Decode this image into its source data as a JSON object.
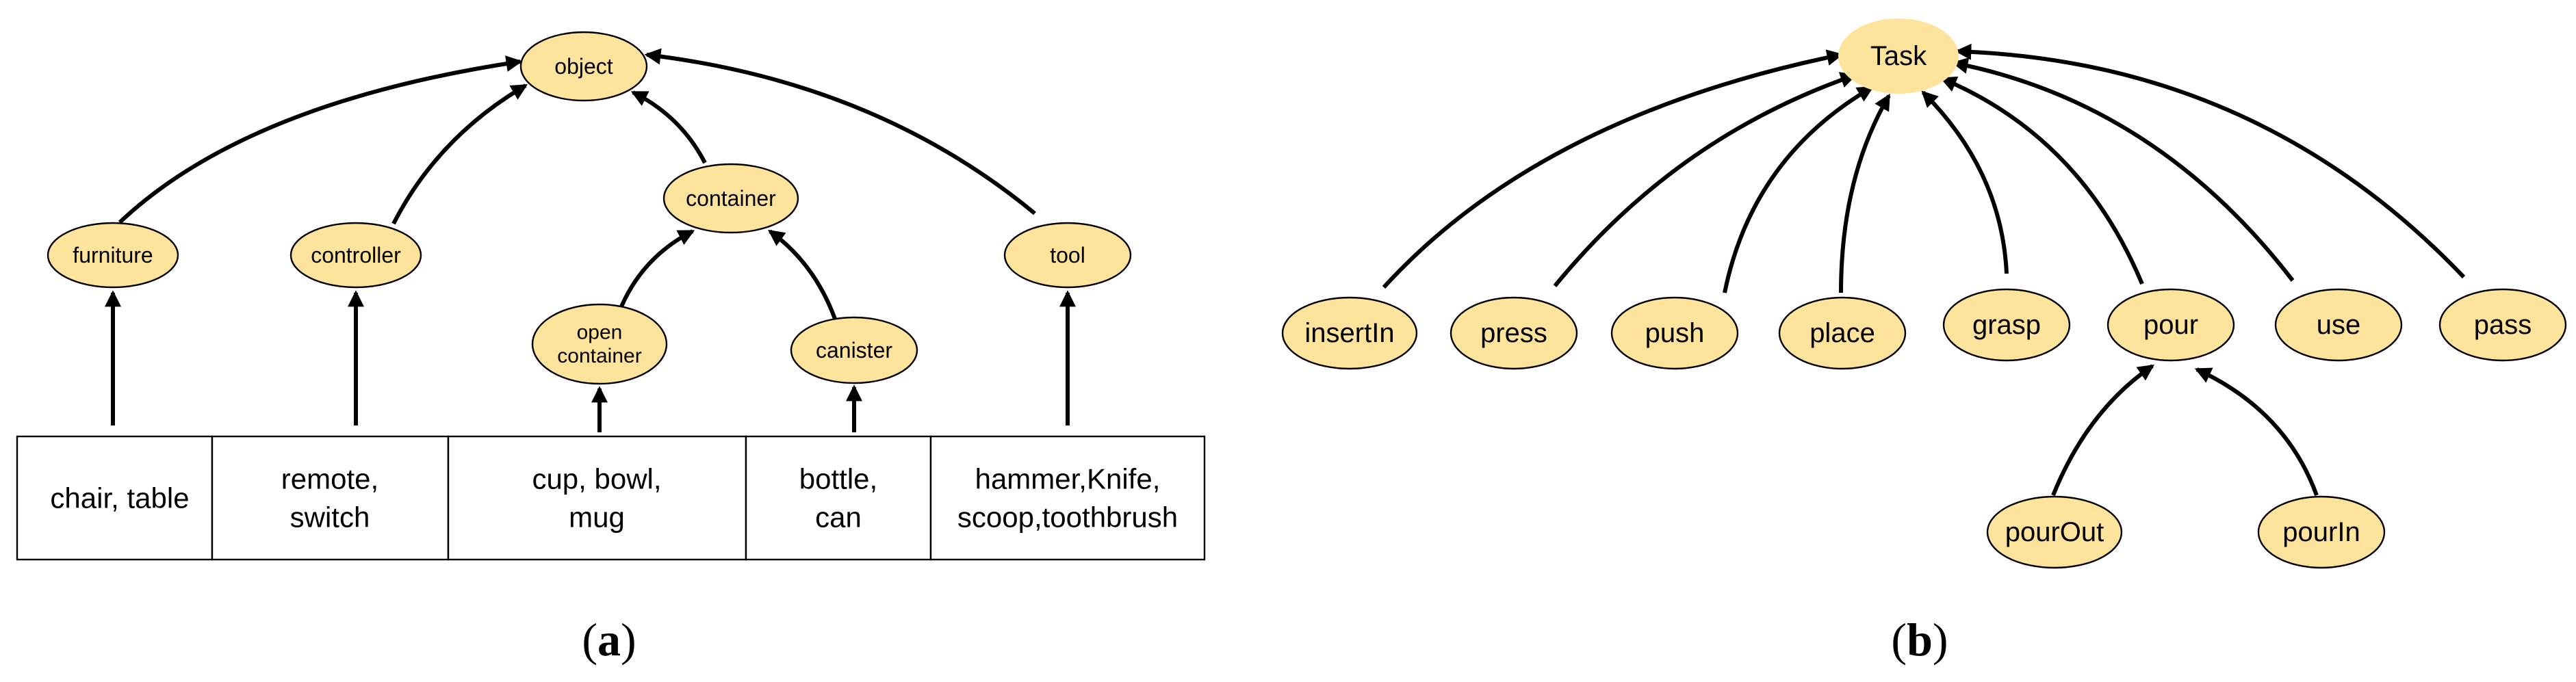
{
  "accent_fill": "#fde39c",
  "panel_a": {
    "label": "a",
    "nodes": [
      {
        "id": "object",
        "lines": [
          "object"
        ]
      },
      {
        "id": "furniture",
        "lines": [
          "furniture"
        ]
      },
      {
        "id": "controller",
        "lines": [
          "controller"
        ]
      },
      {
        "id": "container",
        "lines": [
          "container"
        ]
      },
      {
        "id": "tool",
        "lines": [
          "tool"
        ]
      },
      {
        "id": "open_container",
        "lines": [
          "open",
          "container"
        ]
      },
      {
        "id": "canister",
        "lines": [
          "canister"
        ]
      }
    ],
    "edges": [
      {
        "from": "furniture",
        "to": "object"
      },
      {
        "from": "controller",
        "to": "object"
      },
      {
        "from": "container",
        "to": "object"
      },
      {
        "from": "tool",
        "to": "object"
      },
      {
        "from": "open_container",
        "to": "container"
      },
      {
        "from": "canister",
        "to": "container"
      },
      {
        "from": "cell_chair",
        "to": "furniture"
      },
      {
        "from": "cell_remote",
        "to": "controller"
      },
      {
        "from": "cell_cup",
        "to": "open_container"
      },
      {
        "from": "cell_bottle",
        "to": "canister"
      },
      {
        "from": "cell_hammer",
        "to": "tool"
      }
    ],
    "table_cells": [
      {
        "id": "cell_chair",
        "lines": [
          "chair, table"
        ]
      },
      {
        "id": "cell_remote",
        "lines": [
          "remote,",
          "switch"
        ]
      },
      {
        "id": "cell_cup",
        "lines": [
          "cup, bowl,",
          "mug"
        ]
      },
      {
        "id": "cell_bottle",
        "lines": [
          "bottle,",
          "can"
        ]
      },
      {
        "id": "cell_hammer",
        "lines": [
          "hammer,Knife,",
          "scoop,toothbrush"
        ]
      }
    ]
  },
  "panel_b": {
    "label": "b",
    "nodes": [
      {
        "id": "task",
        "lines": [
          "Task"
        ]
      },
      {
        "id": "insertIn",
        "lines": [
          "insertIn"
        ]
      },
      {
        "id": "press",
        "lines": [
          "press"
        ]
      },
      {
        "id": "push",
        "lines": [
          "push"
        ]
      },
      {
        "id": "place",
        "lines": [
          "place"
        ]
      },
      {
        "id": "grasp",
        "lines": [
          "grasp"
        ]
      },
      {
        "id": "pour",
        "lines": [
          "pour"
        ]
      },
      {
        "id": "use",
        "lines": [
          "use"
        ]
      },
      {
        "id": "pass",
        "lines": [
          "pass"
        ]
      },
      {
        "id": "pourOut",
        "lines": [
          "pourOut"
        ]
      },
      {
        "id": "pourIn",
        "lines": [
          "pourIn"
        ]
      }
    ],
    "edges": [
      {
        "from": "insertIn",
        "to": "task"
      },
      {
        "from": "press",
        "to": "task"
      },
      {
        "from": "push",
        "to": "task"
      },
      {
        "from": "place",
        "to": "task"
      },
      {
        "from": "grasp",
        "to": "task"
      },
      {
        "from": "pour",
        "to": "task"
      },
      {
        "from": "use",
        "to": "task"
      },
      {
        "from": "pass",
        "to": "task"
      },
      {
        "from": "pourOut",
        "to": "pour"
      },
      {
        "from": "pourIn",
        "to": "pour"
      }
    ]
  }
}
